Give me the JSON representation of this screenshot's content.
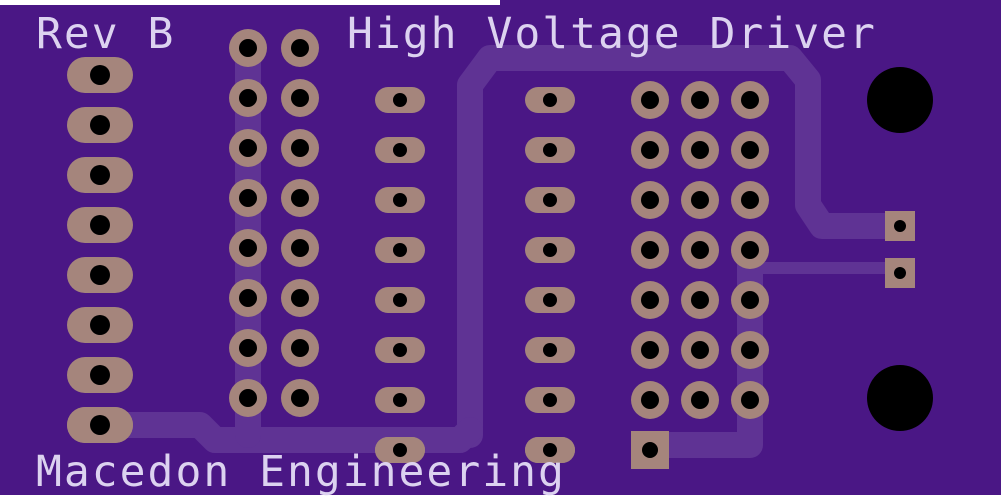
{
  "silkscreen": {
    "revision": "Rev B",
    "title": "High Voltage Driver",
    "maker": "Macedon Engineering"
  },
  "colors": {
    "board": "#4a1785",
    "trace": "#5f3394",
    "pad": "#a5857c",
    "hole": "#000000",
    "silkscreen": "#dcd2f0"
  }
}
